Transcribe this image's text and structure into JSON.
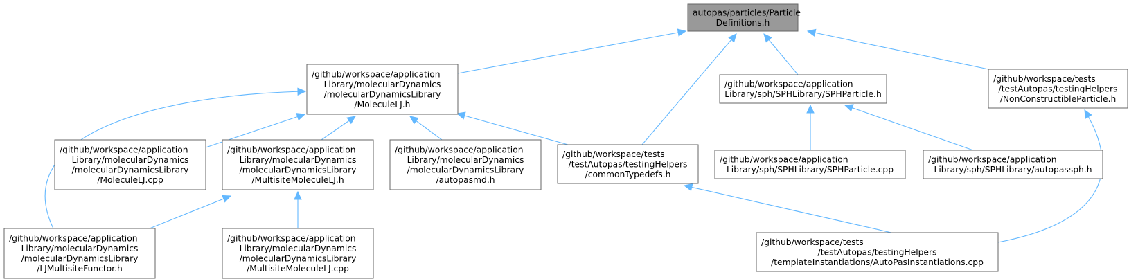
{
  "nodes": [
    {
      "id": "particledefs",
      "label": [
        "autopas/particles/Particle",
        "Definitions.h"
      ],
      "highlight": true
    },
    {
      "id": "moleculelj_h",
      "label": [
        "/github/workspace/application",
        "Library/molecularDynamics",
        "/molecularDynamicsLibrary",
        "/MoleculeLJ.h"
      ]
    },
    {
      "id": "sphparticle_h",
      "label": [
        "/github/workspace/application",
        "Library/sph/SPHLibrary/SPHParticle.h"
      ]
    },
    {
      "id": "nonconstructible",
      "label": [
        "/github/workspace/tests",
        "/testAutopas/testingHelpers",
        "/NonConstructibleParticle.h"
      ]
    },
    {
      "id": "moleculelj_cpp",
      "label": [
        "/github/workspace/application",
        "Library/molecularDynamics",
        "/molecularDynamicsLibrary",
        "/MoleculeLJ.cpp"
      ]
    },
    {
      "id": "multisite_h",
      "label": [
        "/github/workspace/application",
        "Library/molecularDynamics",
        "/molecularDynamicsLibrary",
        "/MultisiteMoleculeLJ.h"
      ]
    },
    {
      "id": "autopasmd",
      "label": [
        "/github/workspace/application",
        "Library/molecularDynamics",
        "/molecularDynamicsLibrary",
        "/autopasmd.h"
      ]
    },
    {
      "id": "commontypedefs",
      "label": [
        "/github/workspace/tests",
        "/testAutopas/testingHelpers",
        "/commonTypedefs.h"
      ]
    },
    {
      "id": "sphparticle_cpp",
      "label": [
        "/github/workspace/application",
        "Library/sph/SPHLibrary/SPHParticle.cpp"
      ]
    },
    {
      "id": "autopassph",
      "label": [
        "/github/workspace/application",
        "Library/sph/SPHLibrary/autopassph.h"
      ]
    },
    {
      "id": "ljmultisite",
      "label": [
        "/github/workspace/application",
        "Library/molecularDynamics",
        "/molecularDynamicsLibrary",
        "/LJMultisiteFunctor.h"
      ]
    },
    {
      "id": "multisite_cpp",
      "label": [
        "/github/workspace/application",
        "Library/molecularDynamics",
        "/molecularDynamicsLibrary",
        "/MultisiteMoleculeLJ.cpp"
      ]
    },
    {
      "id": "autopasinst",
      "label": [
        "/github/workspace/tests",
        "/testAutopas/testingHelpers",
        "/templateInstantiations/AutoPasInstantiations.cpp"
      ]
    }
  ],
  "edges": [
    {
      "from": "moleculelj_h",
      "to": "particledefs"
    },
    {
      "from": "commontypedefs",
      "to": "particledefs"
    },
    {
      "from": "sphparticle_h",
      "to": "particledefs"
    },
    {
      "from": "nonconstructible",
      "to": "particledefs"
    },
    {
      "from": "moleculelj_cpp",
      "to": "moleculelj_h"
    },
    {
      "from": "multisite_h",
      "to": "moleculelj_h"
    },
    {
      "from": "autopasmd",
      "to": "moleculelj_h"
    },
    {
      "from": "commontypedefs",
      "to": "moleculelj_h"
    },
    {
      "from": "ljmultisite",
      "to": "moleculelj_h"
    },
    {
      "from": "ljmultisite",
      "to": "multisite_h"
    },
    {
      "from": "multisite_cpp",
      "to": "multisite_h"
    },
    {
      "from": "sphparticle_cpp",
      "to": "sphparticle_h"
    },
    {
      "from": "autopassph",
      "to": "sphparticle_h"
    },
    {
      "from": "autopasinst",
      "to": "commontypedefs"
    },
    {
      "from": "autopasinst",
      "to": "nonconstructible"
    }
  ],
  "colors": {
    "edge": "#63b8ff",
    "node_border": "#666666",
    "node_fill": "#ffffff",
    "highlight_fill": "#999999",
    "text": "#000000"
  }
}
